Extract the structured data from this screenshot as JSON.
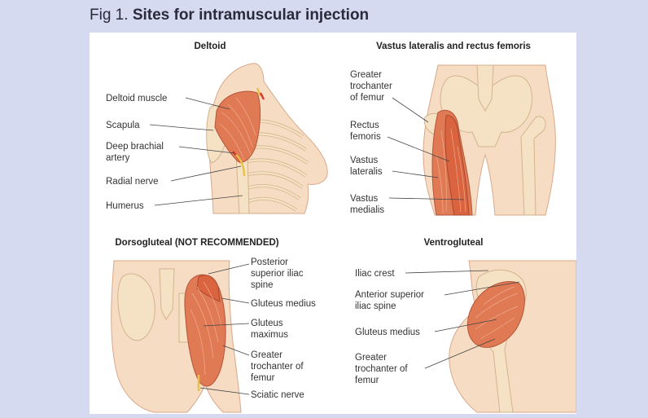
{
  "figure": {
    "number": "Fig 1.",
    "title": "Sites for intramuscular injection"
  },
  "panels": {
    "deltoid": {
      "heading": "Deltoid",
      "labels": {
        "muscle": "Deltoid muscle",
        "scapula": "Scapula",
        "artery_1": "Deep brachial",
        "artery_2": "artery",
        "nerve": "Radial nerve",
        "humerus": "Humerus"
      }
    },
    "vastus": {
      "heading": "Vastus lateralis and rectus femoris",
      "labels": {
        "troch_1": "Greater",
        "troch_2": "trochanter",
        "troch_3": "of femur",
        "rectus_1": "Rectus",
        "rectus_2": "femoris",
        "lateralis_1": "Vastus",
        "lateralis_2": "lateralis",
        "medialis_1": "Vastus",
        "medialis_2": "medialis"
      }
    },
    "dorsogluteal": {
      "heading": "Dorsogluteal (NOT RECOMMENDED)",
      "labels": {
        "psis_1": "Posterior",
        "psis_2": "superior iliac",
        "psis_3": "spine",
        "medius": "Gluteus medius",
        "maximus_1": "Gluteus",
        "maximus_2": "maximus",
        "troch_1": "Greater",
        "troch_2": "trochanter of",
        "troch_3": "femur",
        "sciatic": "Sciatic nerve"
      }
    },
    "ventrogluteal": {
      "heading": "Ventrogluteal",
      "labels": {
        "crest": "Iliac crest",
        "asis_1": "Anterior superior",
        "asis_2": "iliac spine",
        "medius": "Gluteus medius",
        "troch_1": "Greater",
        "troch_2": "trochanter of",
        "troch_3": "femur"
      }
    }
  },
  "colors": {
    "background": "#d6daf0",
    "panel": "#ffffff",
    "skin": "#f7dcc4",
    "bone": "#f5e2c4",
    "muscle": "#e07a55",
    "nerve": "#e8c24a",
    "artery": "#d63a2a"
  }
}
